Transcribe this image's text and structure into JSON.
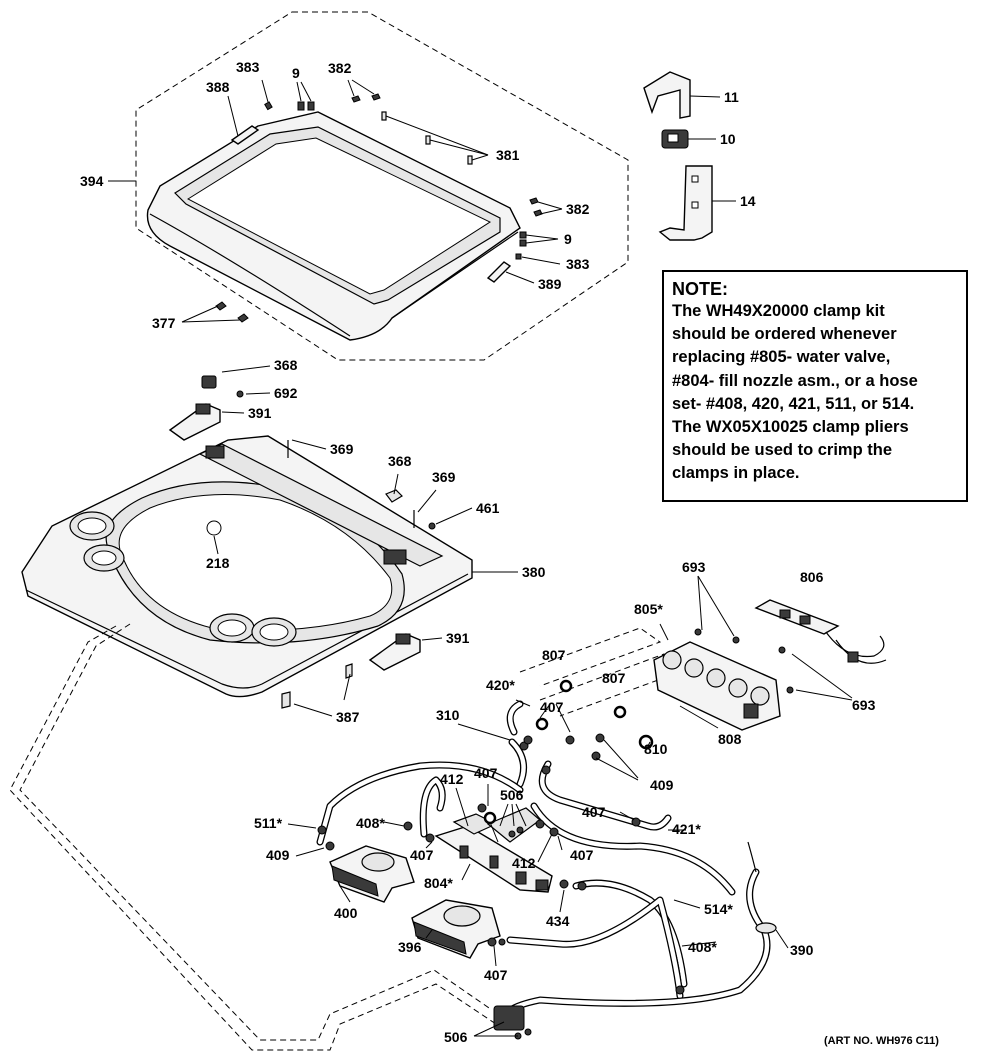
{
  "note": {
    "title": "NOTE:",
    "lines": [
      "The WH49X20000 clamp kit",
      "should be ordered whenever",
      "replacing #805- water valve,",
      "#804- fill nozzle asm., or a hose",
      "set- #408, 420, 421, 511, or 514.",
      "The WX05X10025 clamp pliers",
      "should be used to crimp the",
      "clamps in place."
    ]
  },
  "art_number": "(ART NO. WH976 C11)",
  "callouts": {
    "p383a": "383",
    "p9a": "9",
    "p382a": "382",
    "p388": "388",
    "p394": "394",
    "p381": "381",
    "p382b": "382",
    "p9b": "9",
    "p383b": "383",
    "p389": "389",
    "p377": "377",
    "p11": "11",
    "p10": "10",
    "p14": "14",
    "p368a": "368",
    "p692": "692",
    "p391a": "391",
    "p369a": "369",
    "p368b": "368",
    "p369b": "369",
    "p461": "461",
    "p218": "218",
    "p380": "380",
    "p391b": "391",
    "p387": "387",
    "p693a": "693",
    "p806": "806",
    "p805": "805*",
    "p807a": "807",
    "p420": "420*",
    "p807b": "807",
    "p407a": "407",
    "p310": "310",
    "p693b": "693",
    "p808": "808",
    "p810": "810",
    "p409a": "409",
    "p412a": "412",
    "p407b": "407",
    "p506a": "506",
    "p511": "511*",
    "p408a": "408*",
    "p407c": "407",
    "p421": "421*",
    "p409b": "409",
    "p407d": "407",
    "p412b": "412",
    "p407e": "407",
    "p804": "804*",
    "p400": "400",
    "p434": "434",
    "p514": "514*",
    "p396": "396",
    "p408b": "408*",
    "p390": "390",
    "p407f": "407",
    "p506b": "506"
  }
}
